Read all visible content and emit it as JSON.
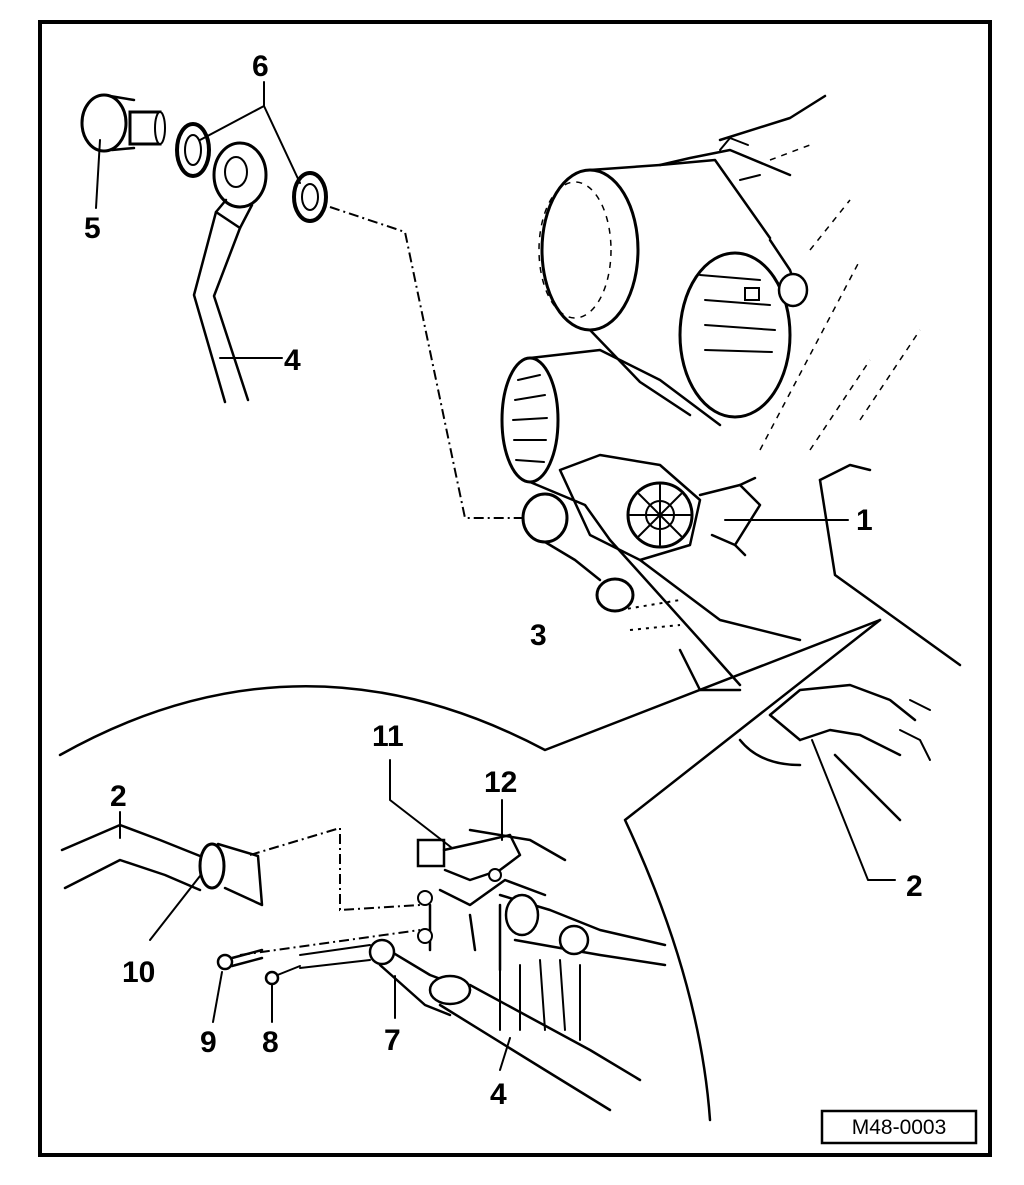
{
  "figure_code": "M48-0003",
  "callouts": {
    "c1": "1",
    "c2a": "2",
    "c2b": "2",
    "c3": "3",
    "c4a": "4",
    "c4b": "4",
    "c5": "5",
    "c6": "6",
    "c7": "7",
    "c8": "8",
    "c9": "9",
    "c10": "10",
    "c11": "11",
    "c12": "12"
  }
}
